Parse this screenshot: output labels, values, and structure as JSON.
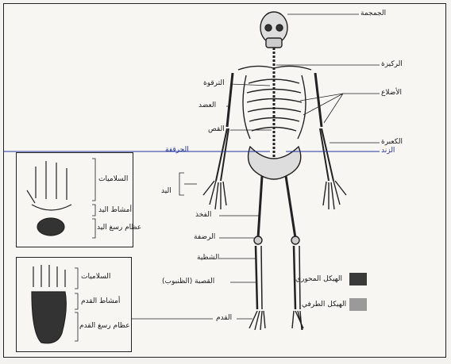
{
  "labels": {
    "skull": "الجمجمة",
    "spine": "الركيزة",
    "clavicle": "الترقوة",
    "ribs": "الأضلاع",
    "humerus": "العضد",
    "sternum": "القص",
    "radius": "الكعبرة",
    "ulna": "الزند",
    "pelvis": "الحرقفة",
    "hand": "اليد",
    "femur": "الفخذ",
    "patella": "الرضفة",
    "fibula": "الشظية",
    "tibia": "القصبة (الظنبوب)",
    "foot": "القدم"
  },
  "hand_inset": {
    "phalanges": "السلاميات",
    "metacarpals": "أمشاط اليد",
    "carpals": "عظام رسغ اليد"
  },
  "foot_inset": {
    "phalanges": "السلاميات",
    "metatarsals": "أمشاط القدم",
    "tarsals": "عظام رسغ القدم"
  },
  "legend": {
    "axial": "الهيكل المحوري",
    "appendicular": "الهيكل الطرفي",
    "axial_color": "#3a3a3a",
    "appendicular_color": "#9a9a9a"
  }
}
